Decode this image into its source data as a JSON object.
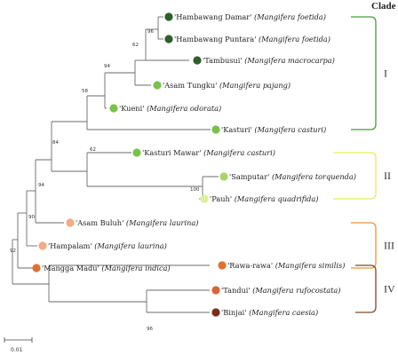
{
  "clade_header": "Clade",
  "taxa": [
    {
      "cultivar": "'Hambawang Damar'",
      "species": "Mangifera foetida",
      "dot_color": "#2e5e2a"
    },
    {
      "cultivar": "'Hambawang Puntara'",
      "species": "Mangifera foetida",
      "dot_color": "#2e5e2a"
    },
    {
      "cultivar": "'Tambusui'",
      "species": "Mangifera macrocarpa",
      "dot_color": "#2e5e2a"
    },
    {
      "cultivar": "'Asam Tungku'",
      "species": "Mangifera pajang",
      "dot_color": "#79c24a"
    },
    {
      "cultivar": "'Kueni'",
      "species": "Mangifera odorata",
      "dot_color": "#79c24a"
    },
    {
      "cultivar": "'Kasturi'",
      "species": "Mangifera casturi",
      "dot_color": "#79c24a"
    },
    {
      "cultivar": "'Kasturi Mawar'",
      "species": "Mangifera casturi",
      "dot_color": "#79c24a"
    },
    {
      "cultivar": "'Samputar'",
      "species": "Mangifera torquenda",
      "dot_color": "#a6d46a"
    },
    {
      "cultivar": "'Pauh'",
      "species": "Mangifera quadrifida",
      "dot_color": "#ddef9c"
    },
    {
      "cultivar": "'Asam Buluh'",
      "species": "Mangifera laurina",
      "dot_color": "#f3aa86"
    },
    {
      "cultivar": "'Hampalam'",
      "species": "Mangifera laurina",
      "dot_color": "#f3aa86"
    },
    {
      "cultivar": "'Mangga Madu'",
      "species": "Mangifera indica",
      "dot_color": "#e0722f"
    },
    {
      "cultivar": "'Rawa-rawa'",
      "species": "Mangifera similis",
      "dot_color": "#e0722f"
    },
    {
      "cultivar": "'Tandui'",
      "species": "Mangifera rufocostata",
      "dot_color": "#d8653a"
    },
    {
      "cultivar": "'Binjai'",
      "species": "Mangifera caesia",
      "dot_color": "#7a2d1a"
    }
  ],
  "bootstrap": [
    "96",
    "62",
    "94",
    "58",
    "84",
    "62",
    "100",
    "94",
    "90",
    "92",
    "96"
  ],
  "clades": [
    {
      "label": "I",
      "color": "#4a9a3c"
    },
    {
      "label": "II",
      "color": "#e6ee5a"
    },
    {
      "label": "III",
      "color": "#e6992c"
    },
    {
      "label": "IV",
      "color": "#7a4a2a"
    }
  ],
  "scale_bar_label": "0.01"
}
